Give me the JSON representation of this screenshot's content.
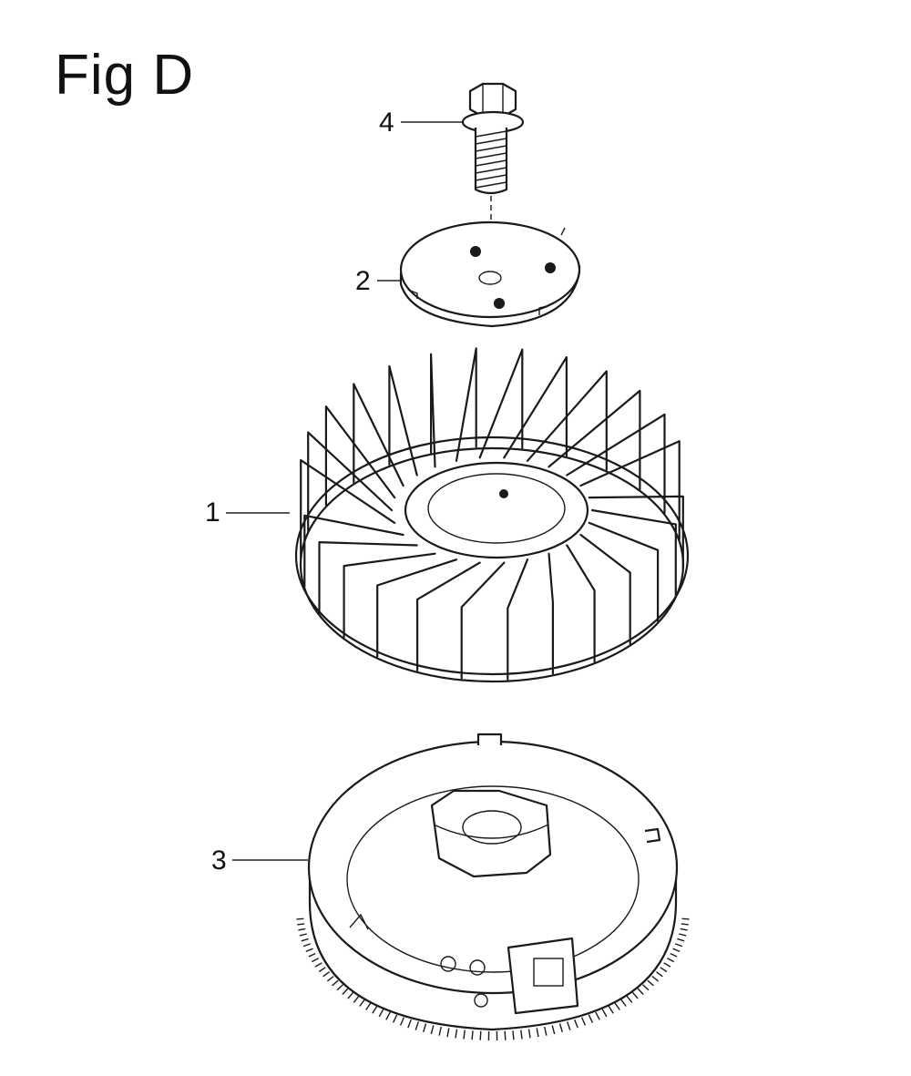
{
  "figure": {
    "title": "Fig D"
  },
  "callouts": [
    {
      "id": "4",
      "label": "4"
    },
    {
      "id": "2",
      "label": "2"
    },
    {
      "id": "1",
      "label": "1"
    },
    {
      "id": "3",
      "label": "3"
    }
  ],
  "parts": [
    {
      "callout": "1",
      "icon": "cooling-fan-icon"
    },
    {
      "callout": "2",
      "icon": "fan-plate-icon"
    },
    {
      "callout": "3",
      "icon": "flywheel-icon"
    },
    {
      "callout": "4",
      "icon": "flange-bolt-icon"
    }
  ]
}
